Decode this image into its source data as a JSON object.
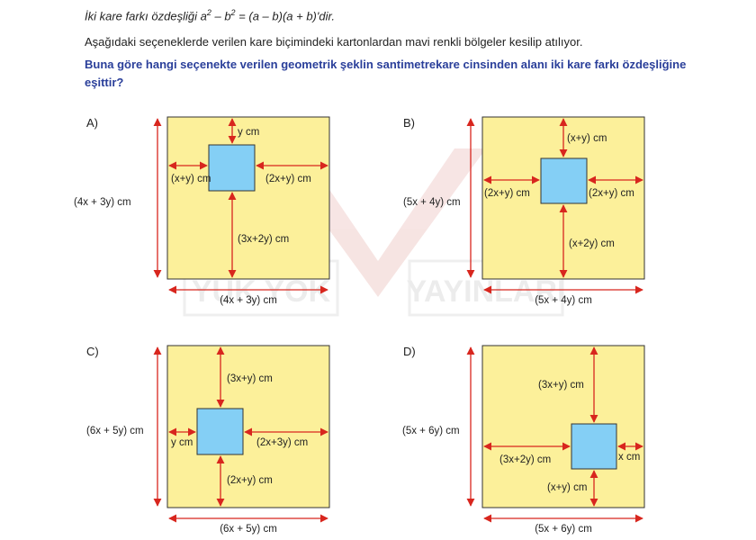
{
  "intro": {
    "prefix": "İki kare farkı özdeşliği a",
    "exp1": "2",
    "mid": " – b",
    "exp2": "2",
    "suffix": " = (a – b)(a + b)'dir."
  },
  "instruction": "Aşağıdaki seçeneklerde verilen kare biçimindeki kartonlardan mavi renkli bölgeler kesilip atılıyor.",
  "question": "Buna göre hangi seçenekte verilen geometrik şeklin santimetrekare cinsinden alanı iki kare farkı özdeşliğine eşittir?",
  "watermark": {
    "left": "YÜK YOK",
    "right": "YAYINLARI"
  },
  "colors": {
    "card": "#fcf09a",
    "cut": "#84cff5",
    "arrow": "#d8261e",
    "outline": "#333333"
  },
  "options": [
    {
      "letter": "A)",
      "side_label": "(4x + 3y) cm",
      "bottom_label": "(4x + 3y) cm",
      "top_label": "y cm",
      "left_label": "(x+y) cm",
      "right_label": "(2x+y) cm",
      "below_label": "(3x+2y) cm"
    },
    {
      "letter": "B)",
      "side_label": "(5x + 4y) cm",
      "bottom_label": "(5x + 4y) cm",
      "top_label": "(x+y) cm",
      "left_label": "(2x+y) cm",
      "right_label": "(2x+y) cm",
      "below_label": "(x+2y) cm"
    },
    {
      "letter": "C)",
      "side_label": "(6x + 5y) cm",
      "bottom_label": "(6x + 5y) cm",
      "top_label": "(3x+y) cm",
      "left_label": "y cm",
      "right_label": "(2x+3y) cm",
      "below_label": "(2x+y) cm"
    },
    {
      "letter": "D)",
      "side_label": "(5x + 6y) cm",
      "bottom_label": "(5x + 6y) cm",
      "top_label": "(3x+y) cm",
      "left_label": "(3x+2y) cm",
      "right_label": "x cm",
      "below_label": "(x+y) cm"
    }
  ]
}
